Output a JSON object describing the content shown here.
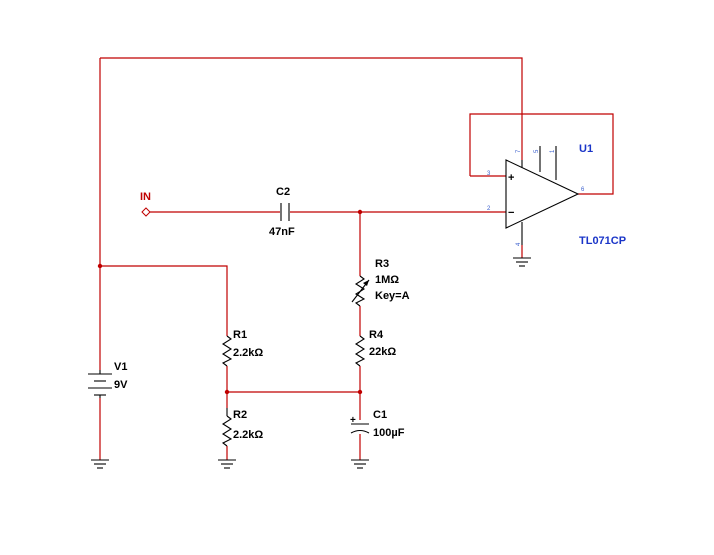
{
  "colors": {
    "wire": "#c00000",
    "component": "#000000",
    "designator": "#1a35c8",
    "pin_number": "#3a5fcd",
    "background": "#ffffff"
  },
  "input": {
    "label": "IN"
  },
  "c2": {
    "ref": "C2",
    "value": "47nF"
  },
  "r3": {
    "ref": "R3",
    "value": "1MΩ",
    "key": "Key=A"
  },
  "r4": {
    "ref": "R4",
    "value": "22kΩ"
  },
  "r1": {
    "ref": "R1",
    "value": "2.2kΩ"
  },
  "r2": {
    "ref": "R2",
    "value": "2.2kΩ"
  },
  "c1": {
    "ref": "C1",
    "value": "100µF",
    "polarity": "+"
  },
  "v1": {
    "ref": "V1",
    "value": "9V"
  },
  "u1": {
    "ref": "U1",
    "part": "TL071CP",
    "plus_sign": "+",
    "minus_sign": "−",
    "pins": {
      "p3": "3",
      "p2": "2",
      "p6": "6",
      "p7": "7",
      "p5": "5",
      "p1": "1",
      "p4": "4"
    }
  }
}
